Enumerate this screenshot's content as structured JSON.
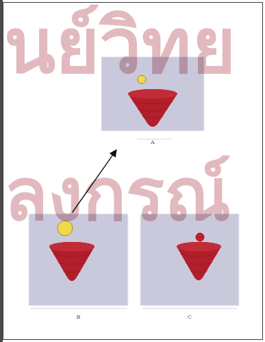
{
  "diagram": {
    "nodes": [
      {
        "text": [
          "A"
        ]
      },
      {
        "text": [
          "B"
        ]
      },
      {
        "text": [
          "C"
        ]
      }
    ],
    "edges": [
      {
        "from": 1,
        "to": 0,
        "arrow": "to"
      }
    ],
    "labels": [
      "นย์วิทย",
      "ลงกรณ์"
    ]
  }
}
